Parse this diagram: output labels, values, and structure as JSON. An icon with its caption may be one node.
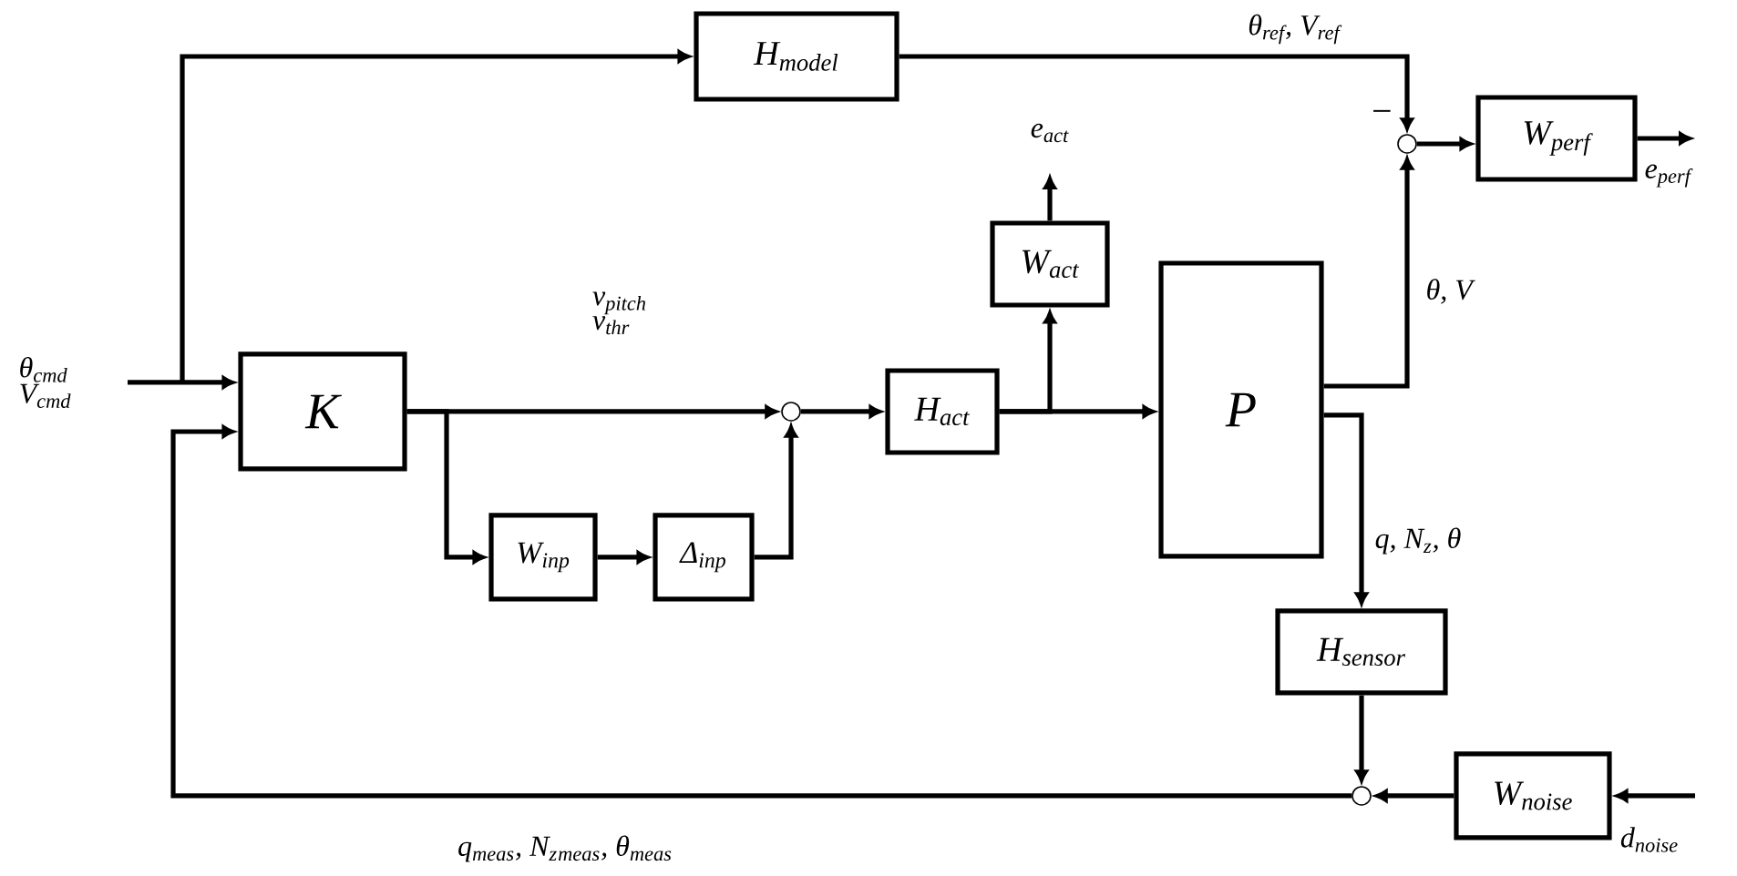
{
  "diagram": {
    "nodes": [
      {
        "text": [
          "K"
        ]
      },
      {
        "text": [
          "H$_{model}$"
        ]
      },
      {
        "text": [],
        "shape": "circle"
      },
      {
        "text": [
          "W$_{perf}$"
        ]
      },
      {
        "text": [
          "W$_{act}$"
        ]
      },
      {
        "text": [],
        "shape": "circle"
      },
      {
        "text": [
          "H$_{act}$"
        ]
      },
      {
        "text": [
          "P"
        ]
      },
      {
        "text": [
          "W$_{inp}$"
        ]
      },
      {
        "text": [
          "Δ$_{inp}$"
        ]
      },
      {
        "text": [
          "H$_{sensor}$"
        ]
      },
      {
        "text": [],
        "shape": "circle"
      },
      {
        "text": [
          "W$_{noise}$"
        ]
      }
    ],
    "edges": [
      {
        "from": null,
        "to": 0,
        "arrow": "to"
      },
      {
        "from": null,
        "to": 1,
        "arrow": "to"
      },
      {
        "from": 1,
        "to": 2,
        "arrow": "to",
        "label": "θ$_{ref}$, V$_{ref}$"
      },
      {
        "from": 2,
        "to": 3,
        "arrow": "to"
      },
      {
        "from": 3,
        "to": null,
        "arrow": "to",
        "label": "e$_{perf}$"
      },
      {
        "from": 0,
        "to": 5,
        "arrow": "to",
        "label": "v$_{pitch}$ v$_{thr}$"
      },
      {
        "from": 5,
        "to": 6,
        "arrow": "to"
      },
      {
        "from": 6,
        "to": 7,
        "arrow": "to"
      },
      {
        "from": 6,
        "to": 4,
        "arrow": "to"
      },
      {
        "from": 4,
        "to": null,
        "arrow": "to",
        "label": "e$_{act}$"
      },
      {
        "from": 0,
        "to": 8,
        "arrow": "to"
      },
      {
        "from": 8,
        "to": 9,
        "arrow": "to"
      },
      {
        "from": 9,
        "to": 5,
        "arrow": "to"
      },
      {
        "from": 7,
        "to": 2,
        "arrow": "to",
        "label": "θ, V"
      },
      {
        "from": 7,
        "to": 10,
        "arrow": "to",
        "label": "q, N$_{z}$, θ"
      },
      {
        "from": 10,
        "to": 11,
        "arrow": "to"
      },
      {
        "from": 12,
        "to": 11,
        "arrow": "to"
      },
      {
        "from": null,
        "to": 12,
        "arrow": "to",
        "label": "d$_{noise}$"
      },
      {
        "from": 11,
        "to": 0,
        "arrow": "to",
        "label": "q$_{meas}$, N$_{z}$$_{meas}$, θ$_{meas}$"
      }
    ],
    "labels": [
      "θ$_{cmd}$ V$_{cmd}$",
      "−"
    ]
  }
}
